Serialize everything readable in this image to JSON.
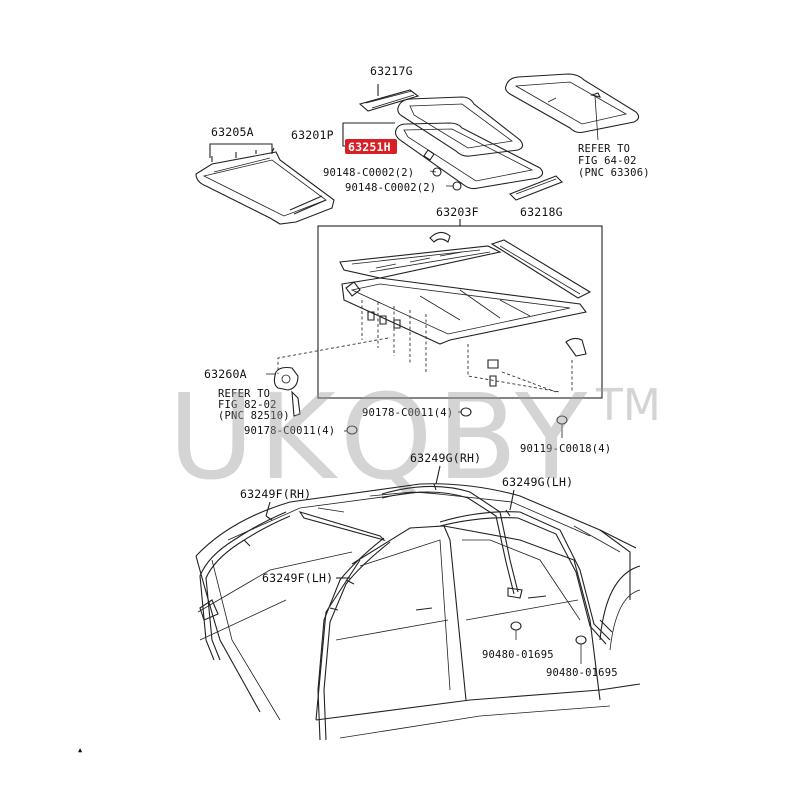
{
  "labels": {
    "p63217G": "63217G",
    "p63205A": "63205A",
    "p63201P": "63201P",
    "p63251H": "63251H",
    "p90148a": "90148-C0002(2)",
    "p90148b": "90148-C0002(2)",
    "ref1_line1": "REFER TO",
    "ref1_line2": "FIG 64-02",
    "ref1_line3": "(PNC 63306)",
    "p63218G": "63218G",
    "p63203F": "63203F",
    "p63260A": "63260A",
    "ref2_line1": "REFER TO",
    "ref2_line2": "FIG 82-02",
    "ref2_line3": "(PNC 82510)",
    "p90178a": "90178-C0011(4)",
    "p90178b": "90178-C0011(4)",
    "p90119": "90119-C0018(4)",
    "p63249G_rh": "63249G(RH)",
    "p63249G_lh": "63249G(LH)",
    "p63249F_rh": "63249F(RH)",
    "p63249F_lh": "63249F(LH)",
    "p90480a": "90480-01695",
    "p90480b": "90480-01695"
  },
  "highlight_color": "#d81f26",
  "watermark": {
    "text": "UKQBY",
    "tm": "TM"
  },
  "footer_mark": "▲"
}
